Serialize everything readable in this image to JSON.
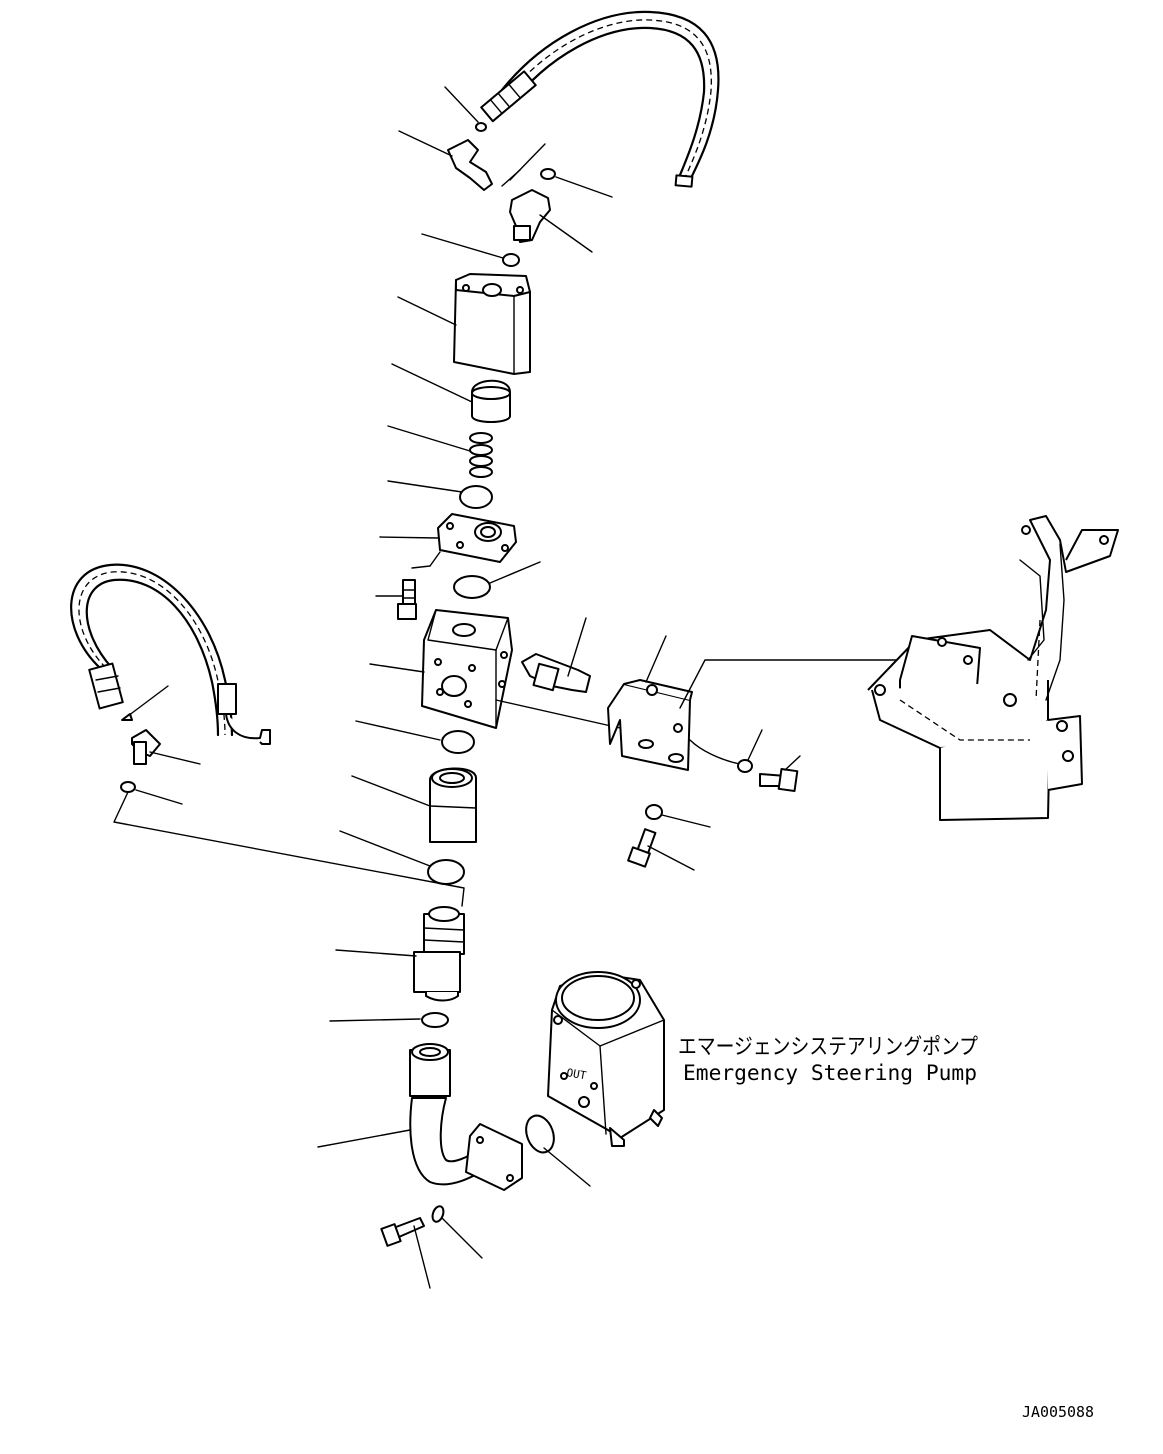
{
  "labels": {
    "pump_name_jp": "エマージェンシステアリングポンプ",
    "pump_name_en": "Emergency Steering Pump",
    "drawing_number": "JA005088",
    "pump_port_mark": "OUT"
  },
  "icons": {
    "hose": "hose-icon",
    "bolt": "bolt-icon",
    "o_ring": "o-ring-icon",
    "block": "valve-block-icon",
    "bracket": "bracket-icon",
    "frame": "frame-icon",
    "pump": "pump-icon"
  }
}
